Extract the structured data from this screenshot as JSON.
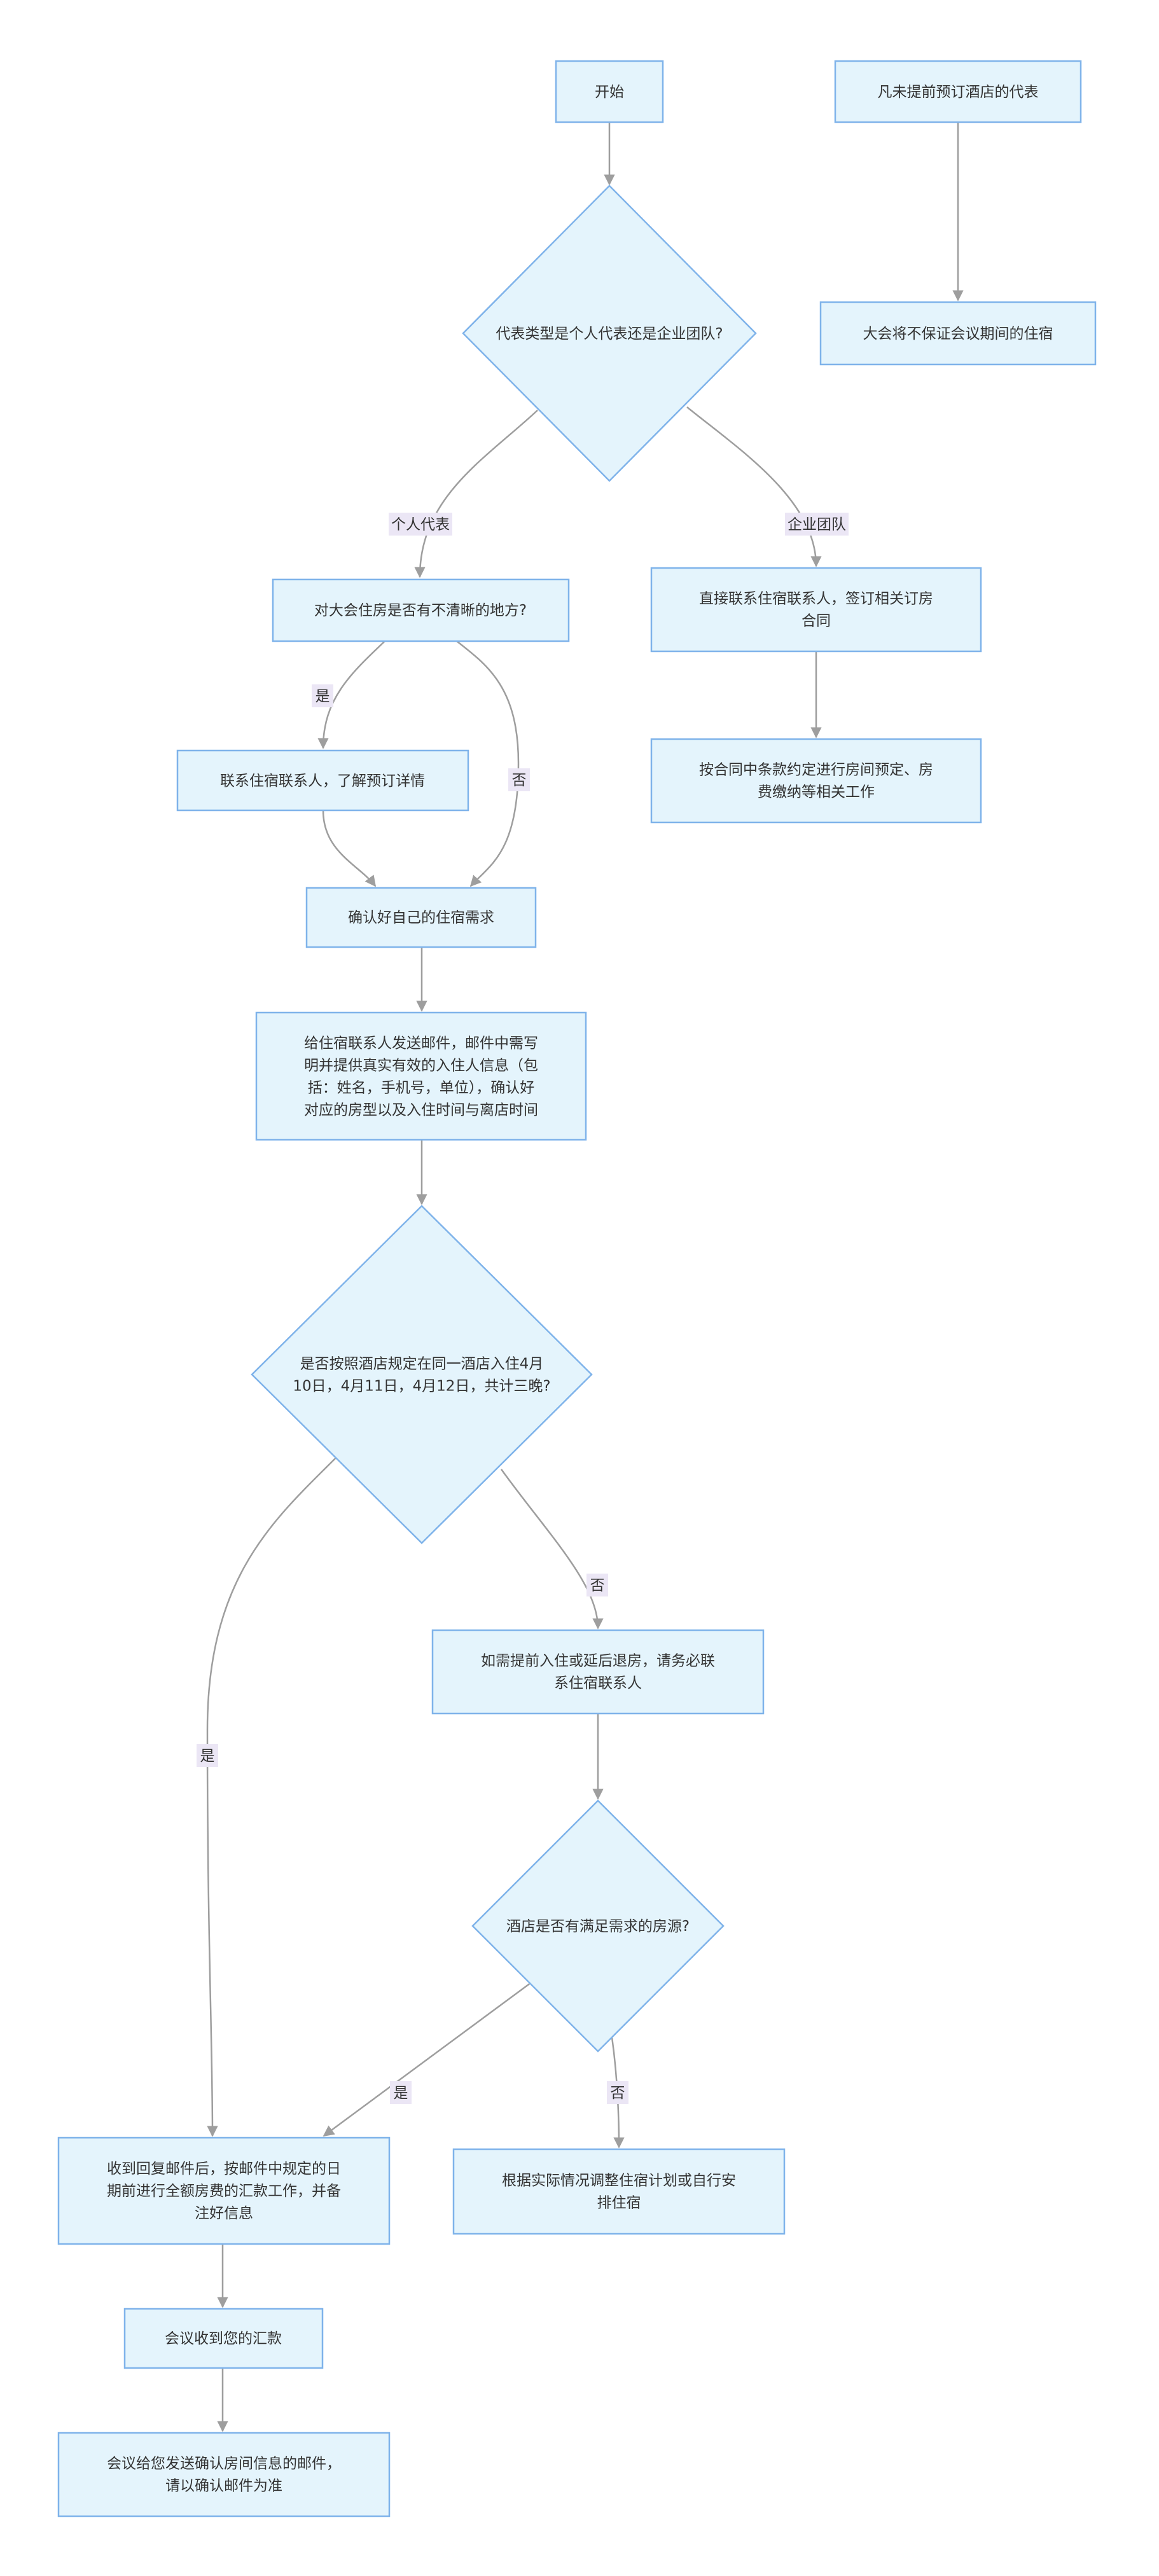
{
  "nodes": {
    "start": {
      "lines": [
        "开始"
      ]
    },
    "no_booking": {
      "lines": [
        "凡未提前预订酒店的代表"
      ]
    },
    "no_guarantee": {
      "lines": [
        "大会将不保证会议期间的住宿"
      ]
    },
    "rep_type": {
      "lines": [
        "代表类型是个人代表还是企业团队?"
      ]
    },
    "unclear": {
      "lines": [
        "对大会住房是否有不清晰的地方?"
      ]
    },
    "contact_contract": {
      "lines": [
        "直接联系住宿联系人，签订相关订房",
        "合同"
      ]
    },
    "contract_terms": {
      "lines": [
        "按合同中条款约定进行房间预定、房",
        "费缴纳等相关工作"
      ]
    },
    "contact_details": {
      "lines": [
        "联系住宿联系人，了解预订详情"
      ]
    },
    "confirm_needs": {
      "lines": [
        "确认好自己的住宿需求"
      ]
    },
    "send_email": {
      "lines": [
        "给住宿联系人发送邮件，邮件中需写",
        "明并提供真实有效的入住人信息（包",
        "括：姓名，手机号，单位），确认好",
        "对应的房型以及入住时间与离店时间"
      ]
    },
    "three_nights": {
      "lines": [
        "是否按照酒店规定在同一酒店入住4月",
        "10日，4月11日，4月12日，共计三晚?"
      ]
    },
    "early_late": {
      "lines": [
        "如需提前入住或延后退房，请务必联",
        "系住宿联系人"
      ]
    },
    "rooms_available": {
      "lines": [
        "酒店是否有满足需求的房源?"
      ]
    },
    "pay": {
      "lines": [
        "收到回复邮件后，按邮件中规定的日",
        "期前进行全额房费的汇款工作，并备",
        "注好信息"
      ]
    },
    "adjust": {
      "lines": [
        "根据实际情况调整住宿计划或自行安",
        "排住宿"
      ]
    },
    "received": {
      "lines": [
        "会议收到您的汇款"
      ]
    },
    "confirm_email": {
      "lines": [
        "会议给您发送确认房间信息的邮件，",
        "请以确认邮件为准"
      ]
    }
  },
  "edge_labels": {
    "individual": "个人代表",
    "corporate": "企业团队",
    "unclear_yes": "是",
    "unclear_no": "否",
    "nights_no": "否",
    "nights_yes": "是",
    "rooms_yes": "是",
    "rooms_no": "否"
  },
  "colors": {
    "node_fill": "#e4f4fc",
    "node_stroke": "#7fb3ea",
    "edge": "#9e9e9e",
    "label_bg": "#ebe6f5",
    "text": "#333333"
  }
}
